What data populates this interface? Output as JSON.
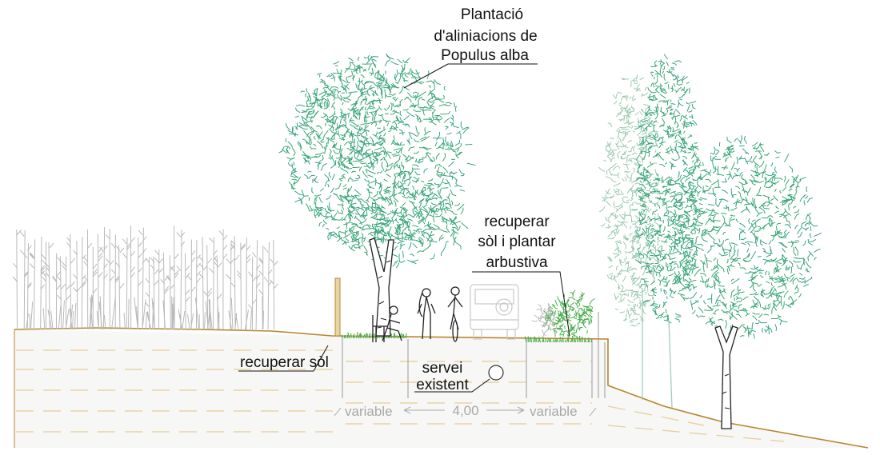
{
  "labels": {
    "plantation_line1": "Plantació",
    "plantation_line2": "d'aliniacions de",
    "plantation_line3": "Populus alba",
    "shrub_line1": "recuperar",
    "shrub_line2": "sòl i plantar",
    "shrub_line3": "arbustiva",
    "recover_soil": "recuperar sòl",
    "service_line1": "servei",
    "service_line2": "existent"
  },
  "dimensions": {
    "left": "variable",
    "center": "4,00",
    "right": "variable"
  },
  "colors": {
    "tree_green": "#3aa57a",
    "tree_light": "#9ccab0",
    "reeds": "#b9b9b9",
    "ground_line": "#b8862e",
    "grass": "#4caf50",
    "soil_dash": "#e6cc9a",
    "dimension": "#a8a8a8"
  }
}
